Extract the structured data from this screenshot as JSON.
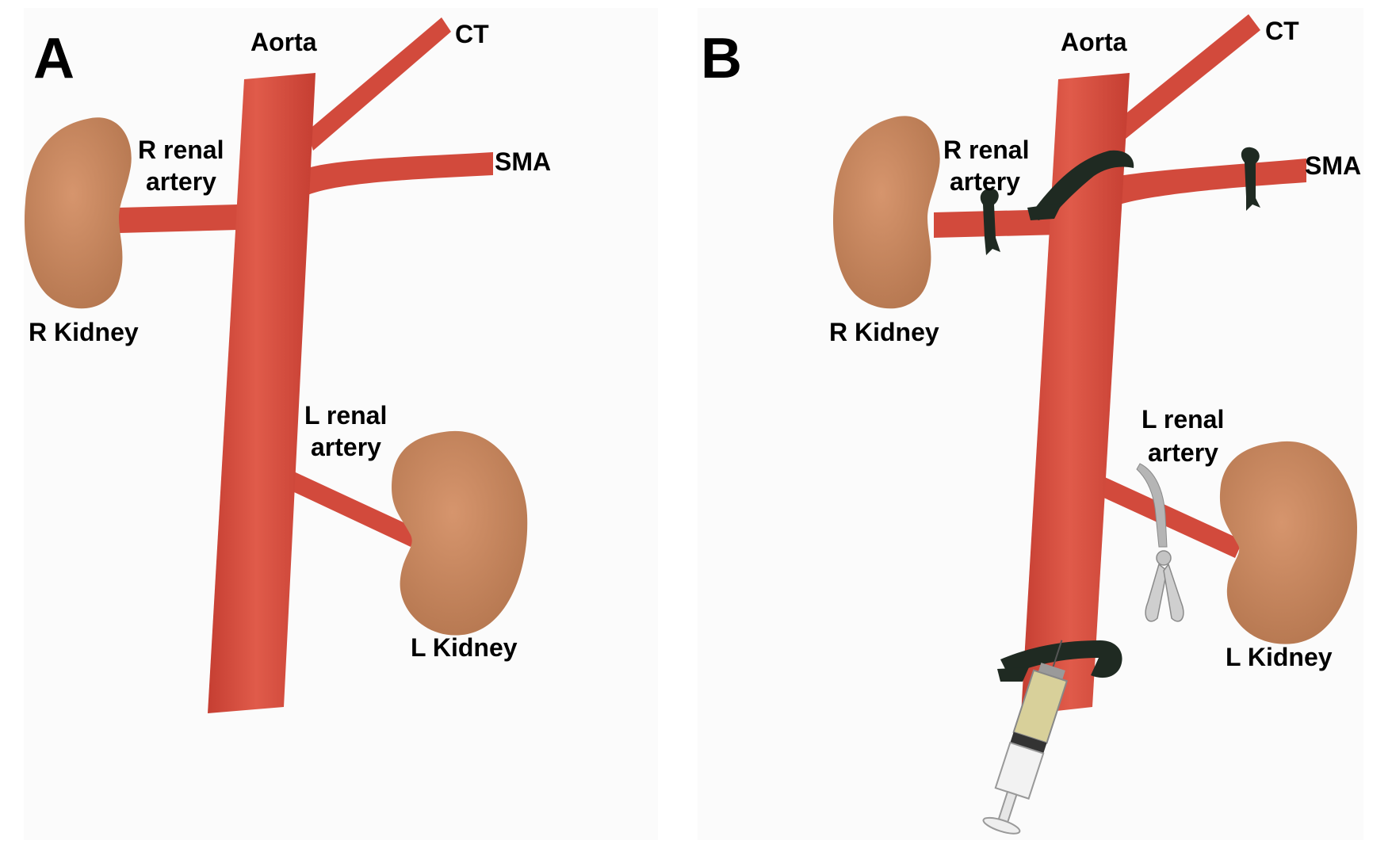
{
  "panels": [
    {
      "letter": "A",
      "labels": {
        "aorta": "Aorta",
        "ct": "CT",
        "sma": "SMA",
        "r_renal_1": "R renal",
        "r_renal_2": "artery",
        "l_renal_1": "L renal",
        "l_renal_2": "artery",
        "r_kidney": "R Kidney",
        "l_kidney": "L Kidney"
      }
    },
    {
      "letter": "B",
      "labels": {
        "aorta": "Aorta",
        "ct": "CT",
        "sma": "SMA",
        "r_renal_1": "R renal",
        "r_renal_2": "artery",
        "l_renal_1": "L renal",
        "l_renal_2": "artery",
        "r_kidney": "R Kidney",
        "l_kidney": "L Kidney"
      }
    }
  ],
  "colors": {
    "artery": "#d24a3c",
    "artery_highlight": "#e0604f",
    "kidney": "#c08058",
    "kidney_highlight": "#d49470",
    "ligature": "#1f2a22",
    "clamp": "#b8b8b8",
    "syringe_fluid": "#d8d09a"
  },
  "icons": [
    "ligature-icon",
    "vascular-clamp-icon",
    "syringe-icon"
  ]
}
